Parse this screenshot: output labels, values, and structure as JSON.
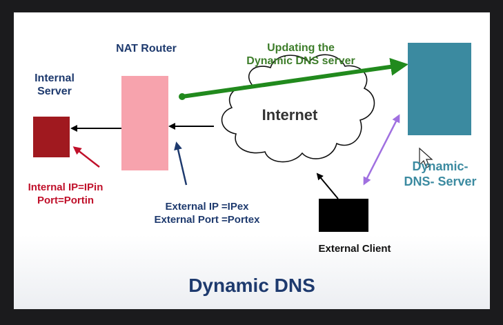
{
  "labels": {
    "internal_server": "Internal\nServer",
    "nat_router": "NAT Router",
    "updating": "Updating the\nDynamic DNS server",
    "internet": "Internet",
    "dns_server": "Dynamic-\nDNS- Server",
    "internal_ip": "Internal IP=IPin\nPort=Portin",
    "external_ip": "External IP =IPex\nExternal Port =Portex",
    "external_client": "External Client",
    "title": "Dynamic DNS"
  },
  "colors": {
    "internal_server": "#a0191f",
    "router": "#f7a3ad",
    "dns_server": "#3b8aa0",
    "client": "#000000",
    "green_arrow": "#218a1d",
    "purple_arrow": "#a070e0",
    "navy": "#1e3a6e",
    "red_text": "#c0102a",
    "teal_text": "#3b8aa0",
    "green_text": "#3d7d2a"
  }
}
